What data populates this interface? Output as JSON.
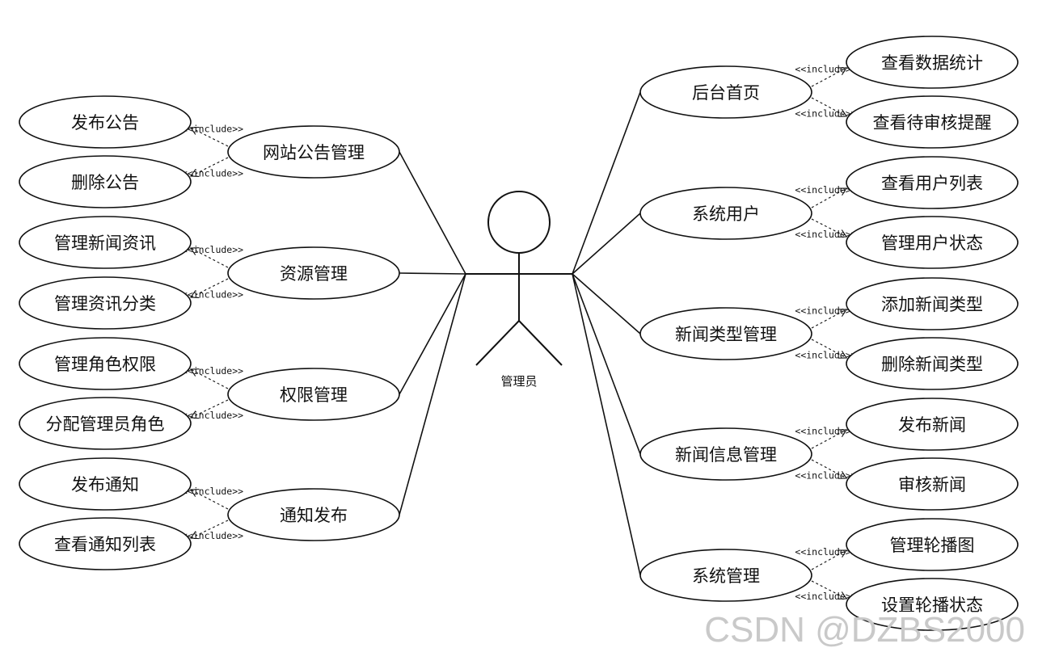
{
  "actor": {
    "label": "管理员"
  },
  "include_label": "<<include>>",
  "groups": [
    {
      "name": "网站公告管理",
      "children": [
        "发布公告",
        "删除公告"
      ]
    },
    {
      "name": "资源管理",
      "children": [
        "管理新闻资讯",
        "管理资讯分类"
      ]
    },
    {
      "name": "权限管理",
      "children": [
        "管理角色权限",
        "分配管理员角色"
      ]
    },
    {
      "name": "通知发布",
      "children": [
        "发布通知",
        "查看通知列表"
      ]
    },
    {
      "name": "后台首页",
      "children": [
        "查看数据统计",
        "查看待审核提醒"
      ]
    },
    {
      "name": "系统用户",
      "children": [
        "查看用户列表",
        "管理用户状态"
      ]
    },
    {
      "name": "新闻类型管理",
      "children": [
        "添加新闻类型",
        "删除新闻类型"
      ]
    },
    {
      "name": "新闻信息管理",
      "children": [
        "发布新闻",
        "审核新闻"
      ]
    },
    {
      "name": "系统管理",
      "children": [
        "管理轮播图",
        "设置轮播状态"
      ]
    }
  ],
  "watermark": "CSDN @DZBS2000"
}
